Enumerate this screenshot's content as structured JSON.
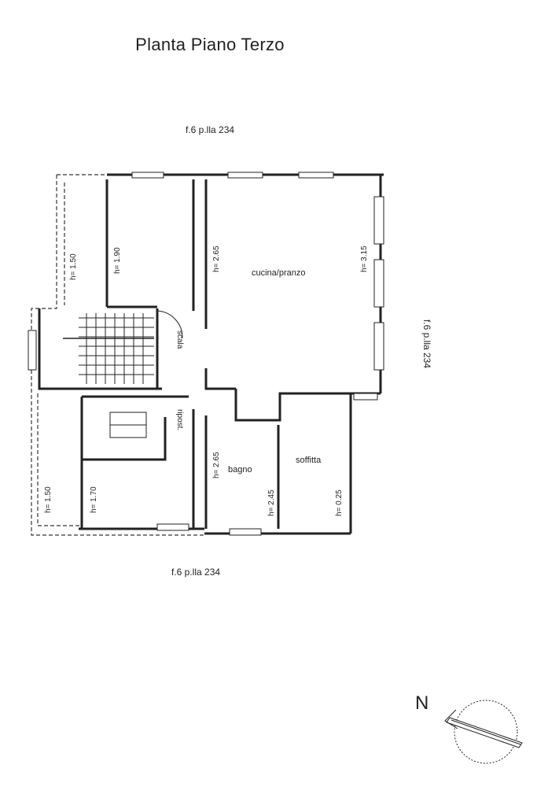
{
  "plan": {
    "title": "Planta Piano Terzo",
    "ref_top": "f.6 p.lla 234",
    "ref_bottom": "f.6 p.lla 234",
    "ref_right": "f.6 p.lla 234"
  },
  "rooms": {
    "kitchen": "cucina/pranzo",
    "bathroom": "bagno",
    "attic": "soffitta",
    "closet": "ripost.",
    "corridor": "scala"
  },
  "heights": {
    "h1": "h= 1.50",
    "h2": "h= 1.90",
    "h3": "h= 2.65",
    "h4": "h= 3.15",
    "h5": "h= 1.50",
    "h6": "h= 1.70",
    "h7": "h= 2.65",
    "h8": "h= 2.45",
    "h9": "h= 0.25"
  },
  "compass": {
    "label": "N"
  }
}
